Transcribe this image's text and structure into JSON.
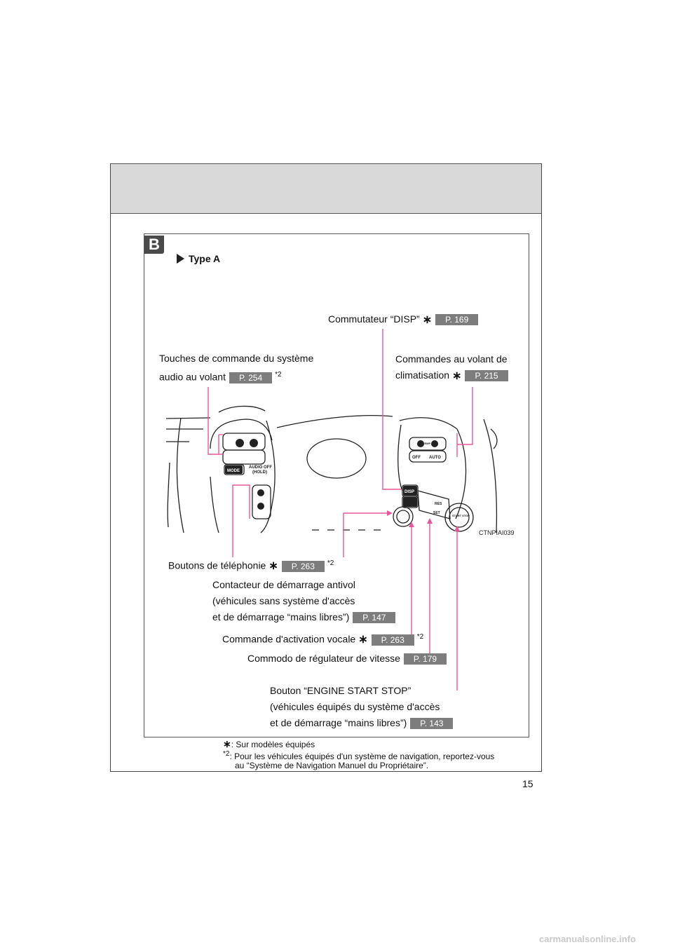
{
  "section_badge": "B",
  "type_label": "Type A",
  "ast_symbol": "∗",
  "callouts": {
    "disp": {
      "text": "Commutateur “DISP”",
      "ref": "P. 169"
    },
    "audio": {
      "line1": "Touches de commande du système",
      "line2": "audio au volant",
      "ref": "P. 254",
      "note": "*2"
    },
    "climate": {
      "line1": "Commandes au volant de",
      "line2": "climatisation",
      "ref": "P. 215"
    },
    "phone": {
      "text": "Boutons de téléphonie",
      "ref": "P. 263",
      "note": "*2"
    },
    "ignition": {
      "line1": "Contacteur de démarrage antivol",
      "line2": "(véhicules sans système d'accès",
      "line3": "et de démarrage “mains libres”)",
      "ref": "P. 147"
    },
    "voice": {
      "text": "Commande d'activation vocale",
      "ref": "P. 263",
      "note": "*2"
    },
    "cruise": {
      "text": "Commodo de régulateur de vitesse",
      "ref": "P. 179"
    },
    "engine": {
      "line1": "Bouton “ENGINE START STOP”",
      "line2": "(véhicules équipés du système d'accès",
      "line3": "et de démarrage “mains libres”)",
      "ref": "P. 143"
    }
  },
  "illustration": {
    "code": "CTNPIAI039",
    "labels": {
      "mode": "MODE",
      "audio_off": "AUDIO OFF",
      "hold": "(HOLD)",
      "off": "OFF",
      "auto": "AUTO",
      "temp": "TEMP",
      "disp": "DISP",
      "res": "RES",
      "set": "SET",
      "start_stop": "START STOP"
    }
  },
  "footnotes": {
    "n1_marker": "∗",
    "n1_text": ": Sur modèles équipés",
    "n2_marker": "*2",
    "n2_line1": ": Pour les véhicules équipés d'un système de navigation, reportez-vous",
    "n2_line2": "au “Système de Navigation Manuel du Propriétaire”."
  },
  "page_number": "15",
  "watermark": "carmanualsonline.info",
  "colors": {
    "leader": "#e8579a",
    "ref_badge": "#7d7d7d",
    "header_band": "#d9d9d9"
  }
}
